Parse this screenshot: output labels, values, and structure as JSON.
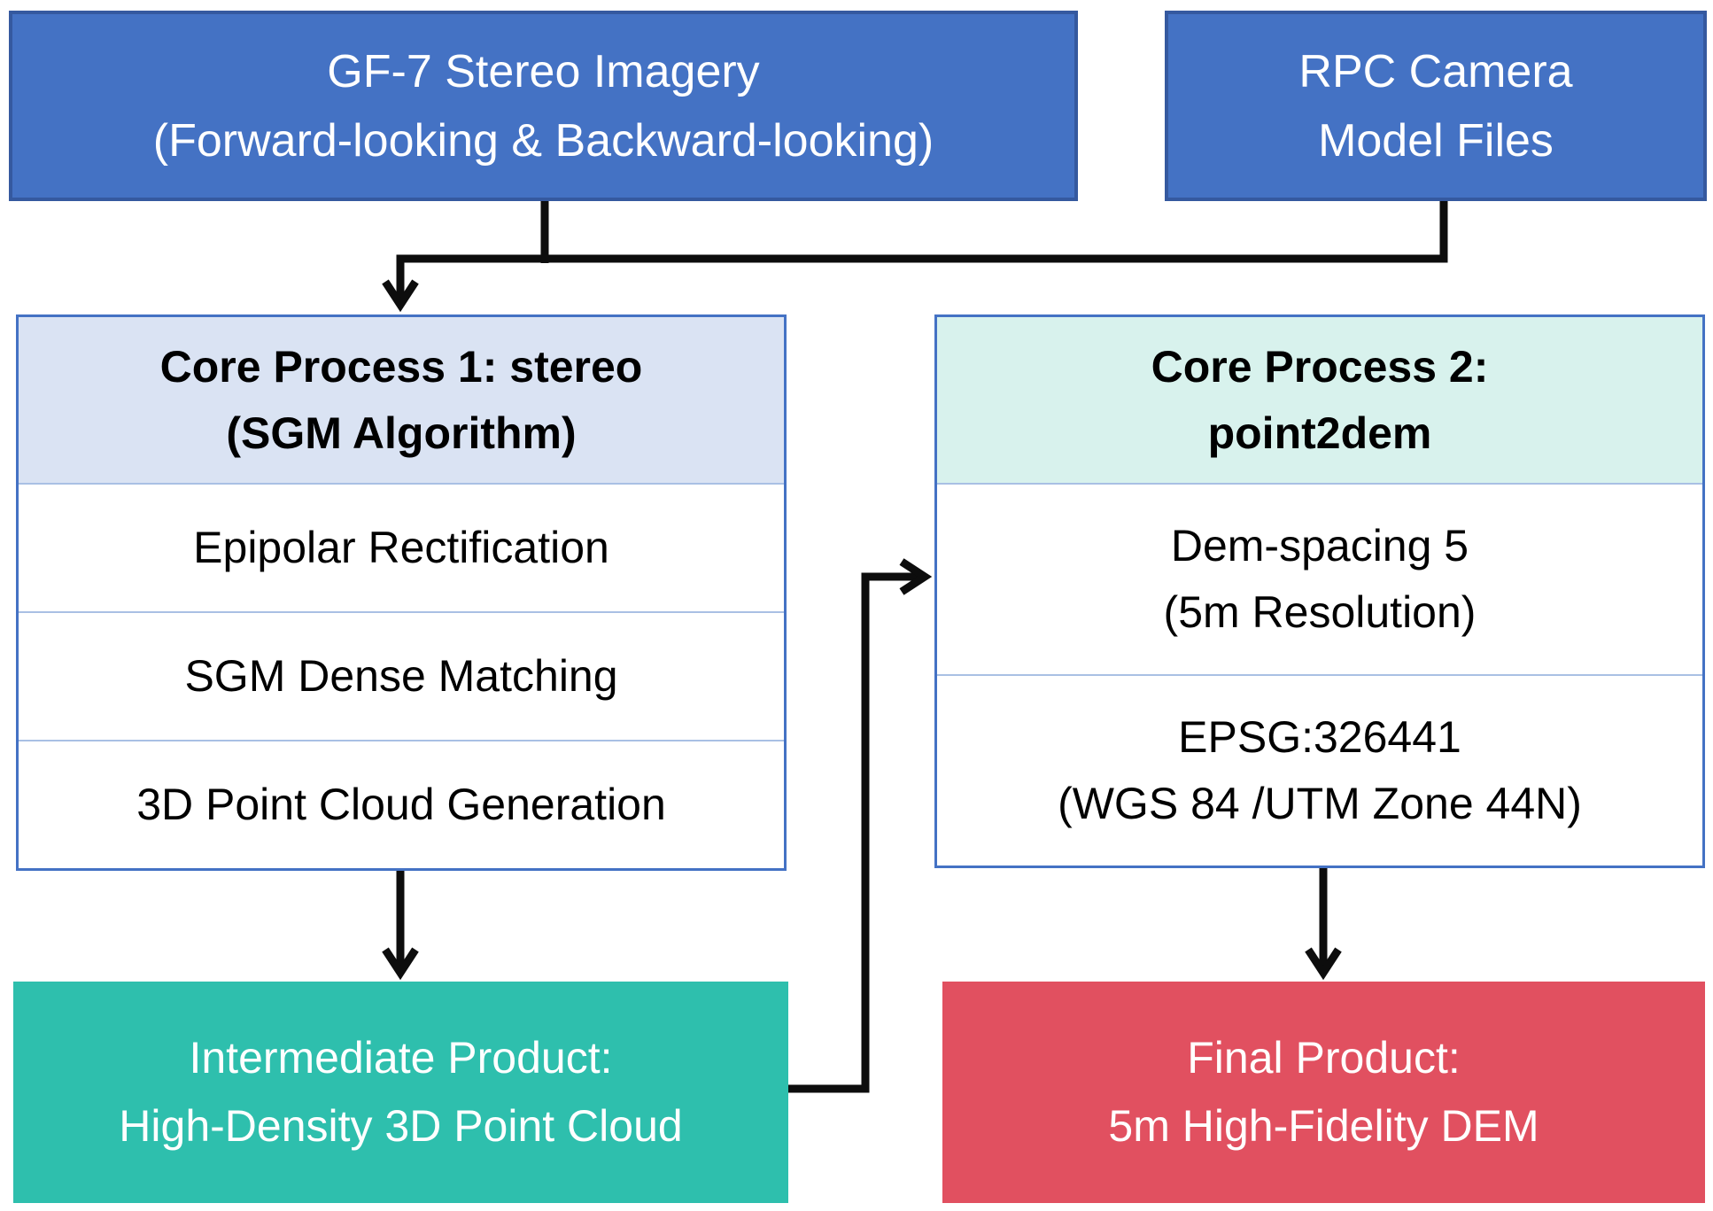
{
  "colors": {
    "input_box": "#4472C4",
    "input_box_border": "#35599F",
    "process1_header_bg": "#DAE3F3",
    "process2_header_bg": "#D8F2ED",
    "table_border": "#4472C4",
    "row_divider": "#A9C0E4",
    "row_bg": "#FFFFFF",
    "intermediate_bg": "#2EBFAD",
    "final_bg": "#E15060",
    "connector": "#0D0D0D",
    "light_text": "#FFFFFF",
    "dark_text": "#000000"
  },
  "nodes": {
    "gf7": {
      "lines": [
        "GF-7 Stereo Imagery",
        "(Forward-looking & Backward-looking)"
      ]
    },
    "rpc": {
      "lines": [
        "RPC Camera",
        "Model Files"
      ]
    },
    "process1": {
      "header_lines": [
        "Core Process 1: stereo",
        "(SGM Algorithm)"
      ],
      "rows": [
        "Epipolar Rectification",
        "SGM Dense Matching",
        "3D Point Cloud Generation"
      ]
    },
    "process2": {
      "header_lines": [
        "Core Process 2:",
        "point2dem"
      ],
      "rows": [
        [
          "Dem-spacing 5",
          "(5m Resolution)"
        ],
        [
          "EPSG:326441",
          "(WGS 84 /UTM Zone 44N)"
        ]
      ]
    },
    "intermediate": {
      "lines": [
        "Intermediate Product:",
        "High-Density 3D Point Cloud"
      ]
    },
    "final": {
      "lines": [
        "Final Product:",
        "5m High-Fidelity DEM"
      ]
    }
  }
}
